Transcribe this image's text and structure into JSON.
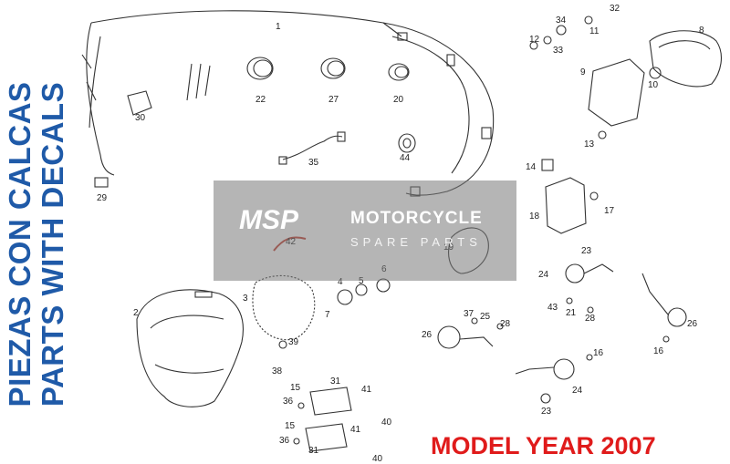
{
  "side_title": "PIEZAS CON CALCAS PARTS WITH DECALS",
  "model_year": "MODEL YEAR 2007",
  "watermark": {
    "logo": "MSP",
    "title": "MOTORCYCLE",
    "subtitle": "SPARE PARTS"
  },
  "part_labels": [
    "1",
    "2",
    "3",
    "4",
    "5",
    "6",
    "7",
    "8",
    "9",
    "10",
    "11",
    "12",
    "13",
    "14",
    "15",
    "15",
    "16",
    "16",
    "17",
    "18",
    "19",
    "20",
    "21",
    "22",
    "23",
    "23",
    "24",
    "24",
    "25",
    "26",
    "26",
    "27",
    "28",
    "28",
    "29",
    "30",
    "31",
    "31",
    "32",
    "33",
    "34",
    "35",
    "36",
    "36",
    "37",
    "38",
    "39",
    "40",
    "40",
    "41",
    "41",
    "42",
    "43",
    "44"
  ],
  "colors": {
    "title_blue": "#1f5aa8",
    "year_red": "#e01b1b",
    "line": "#333333"
  }
}
